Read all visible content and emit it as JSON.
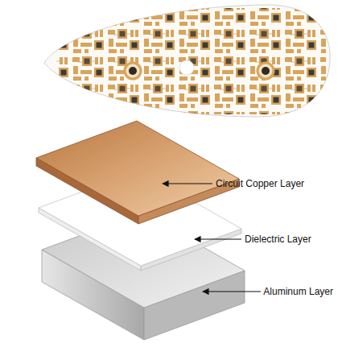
{
  "diagram": {
    "labels": [
      "Circuit Copper Layer",
      "Dielectric Layer",
      "Aluminum Layer"
    ]
  }
}
